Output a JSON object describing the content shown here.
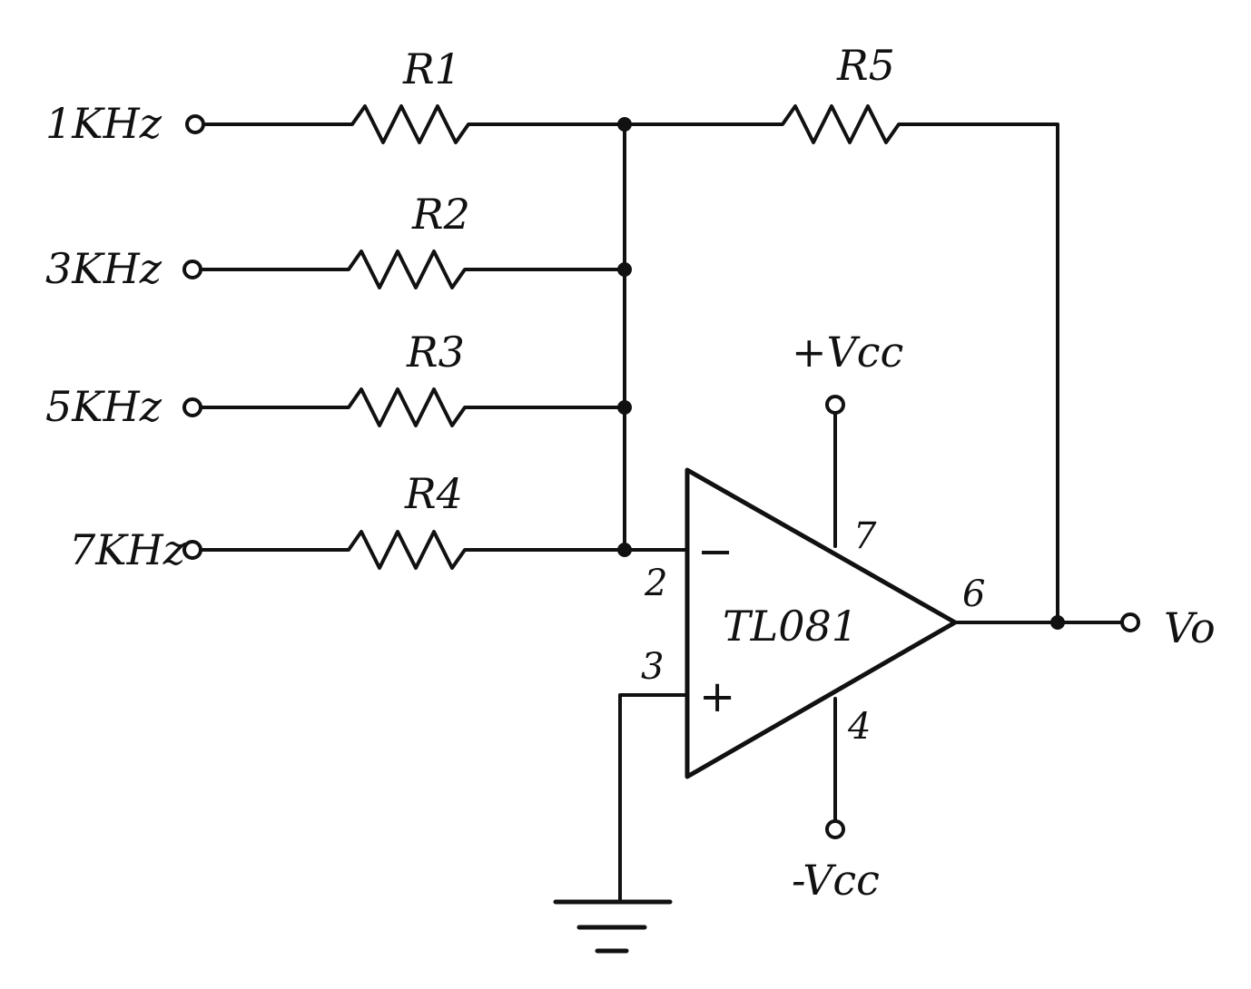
{
  "inputs": [
    {
      "label": "1KHz",
      "resistor": "R1"
    },
    {
      "label": "3KHz",
      "resistor": "R2"
    },
    {
      "label": "5KHz",
      "resistor": "R3"
    },
    {
      "label": "7KHz",
      "resistor": "R4"
    }
  ],
  "feedback_resistor": "R5",
  "opamp": {
    "name": "TL081",
    "pin_inverting": "2",
    "pin_noninverting": "3",
    "pin_output": "6",
    "pin_vpos": "7",
    "pin_vneg": "4",
    "minus_sign": "−",
    "plus_sign": "+"
  },
  "supply": {
    "positive": "+Vcc",
    "negative": "-Vcc"
  },
  "output": {
    "label": "Vo"
  }
}
